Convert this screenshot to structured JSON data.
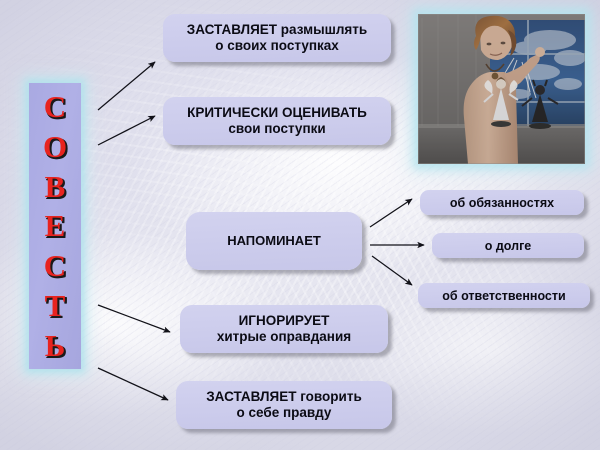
{
  "slide": {
    "title_vertical": "СОВЕСТЬ",
    "title_letters": [
      "С",
      "О",
      "В",
      "Е",
      "С",
      "Т",
      "Ь"
    ],
    "title_color": "#e8231f",
    "title_bar_color": "#adadE4",
    "box_fill_color": "#ccccec",
    "background_color": "#e3e3ef",
    "arrow_color": "#111118"
  },
  "boxes": {
    "reflect": {
      "line1": "ЗАСТАВЛЯЕТ размышлять",
      "line2": "о своих поступках"
    },
    "evaluate": {
      "line1": "КРИТИЧЕСКИ ОЦЕНИВАТЬ",
      "line2": "свои поступки"
    },
    "reminds": {
      "line1": "НАПОМИНАЕТ",
      "line2": ""
    },
    "ignores": {
      "line1": "ИГНОРИРУЕТ",
      "line2": "хитрые оправдания"
    },
    "truth": {
      "line1": "ЗАСТАВЛЯЕТ говорить",
      "line2": "о себе правду"
    },
    "duties": {
      "line1": "об обязанностях",
      "line2": ""
    },
    "debt": {
      "line1": "о долге",
      "line2": ""
    },
    "responsibility": {
      "line1": "об ответственности",
      "line2": ""
    }
  },
  "photo": {
    "alt": "Обнажённый по пояс юноша с кулоном держит на нитях две марионетки — белого ангела и чёрного чёрта — на фоне окна с облаками"
  }
}
